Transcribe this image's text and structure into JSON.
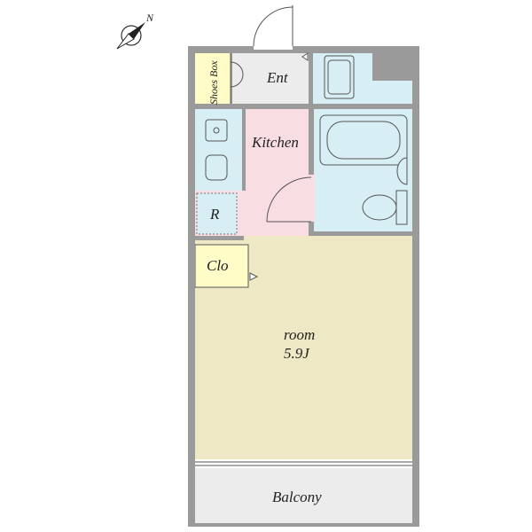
{
  "rooms": {
    "entrance": "Ent",
    "shoes_box": "Shoes Box",
    "kitchen": "Kitchen",
    "fridge": "R",
    "closet": "Clo",
    "room_name": "room",
    "room_size": "5.9J",
    "balcony": "Balcony"
  },
  "compass": {
    "north_label": "N"
  },
  "colors": {
    "wet_area": "#d6eef4",
    "kitchen": "#f8dde3",
    "room": "#efe8c4",
    "closet": "#fffcc8",
    "balcony": "#ececec",
    "wall": "#9a9a9a"
  }
}
